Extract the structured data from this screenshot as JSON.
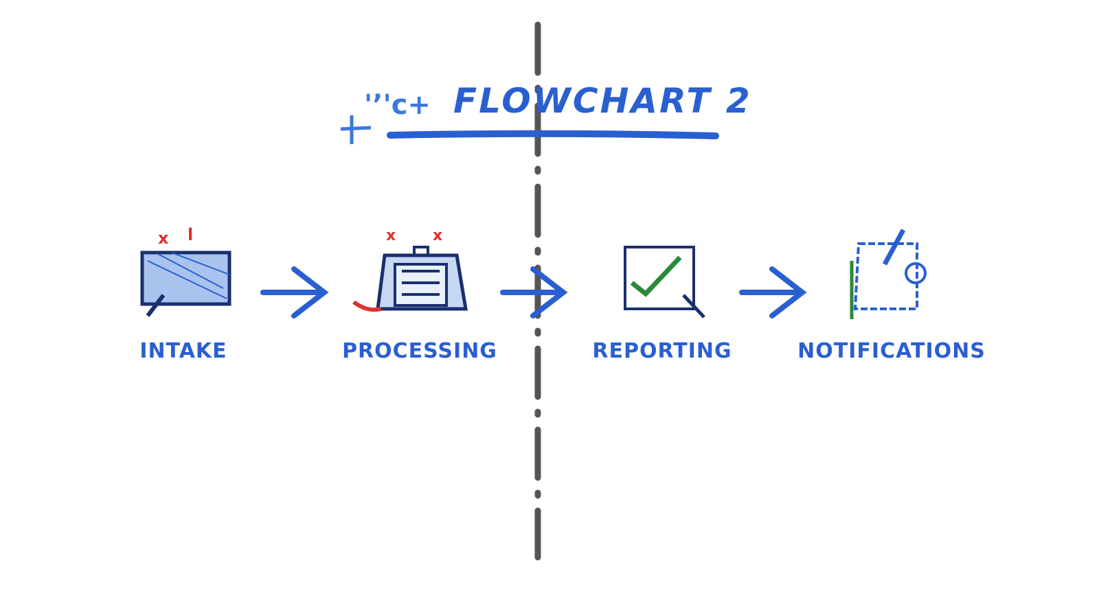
{
  "title": {
    "prefix": "'ʼ'c+",
    "text": "FLOWCHART 2"
  },
  "colors": {
    "ink": "#2a5fd0",
    "dark": "#1a2f6e",
    "red": "#e03030",
    "green": "#2a8a3a",
    "divider": "#555555"
  },
  "steps": [
    {
      "label": "INTAKE",
      "icon": "monitor-icon"
    },
    {
      "label": "PROCESSING",
      "icon": "clipboard-list-icon"
    },
    {
      "label": "REPORTING",
      "icon": "checkbox-icon"
    },
    {
      "label": "NOTIFICATIONS",
      "icon": "notification-pen-icon"
    }
  ]
}
